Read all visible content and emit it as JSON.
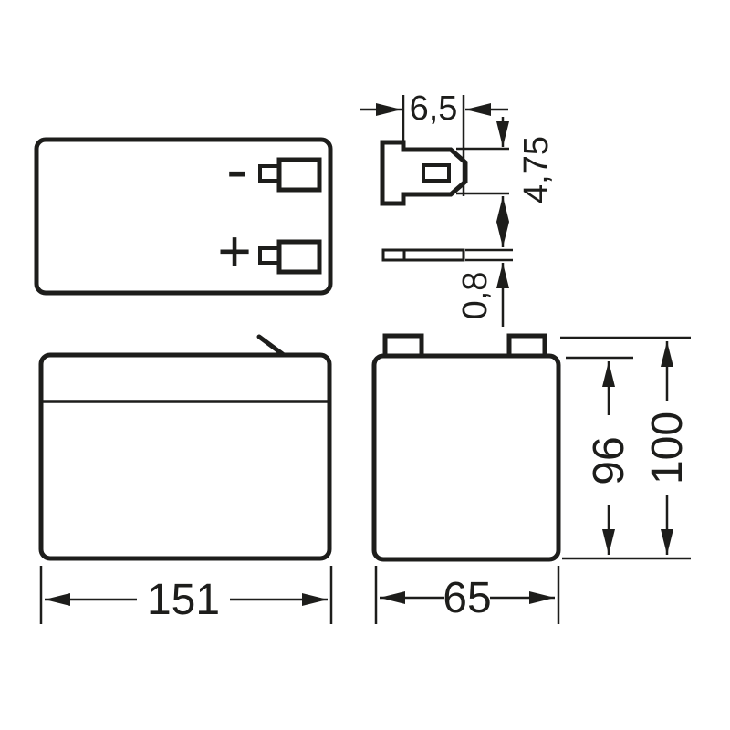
{
  "colors": {
    "background": "#ffffff",
    "line": "#1d1d1b"
  },
  "top_view": {
    "minus": "-",
    "plus": "+"
  },
  "terminal_detail": {
    "blade_length": "6,5",
    "blade_width": "4,75",
    "blade_thickness": "0,8"
  },
  "front_view": {
    "width": "151"
  },
  "side_view": {
    "depth": "65",
    "body_height": "96",
    "overall_height": "100"
  }
}
